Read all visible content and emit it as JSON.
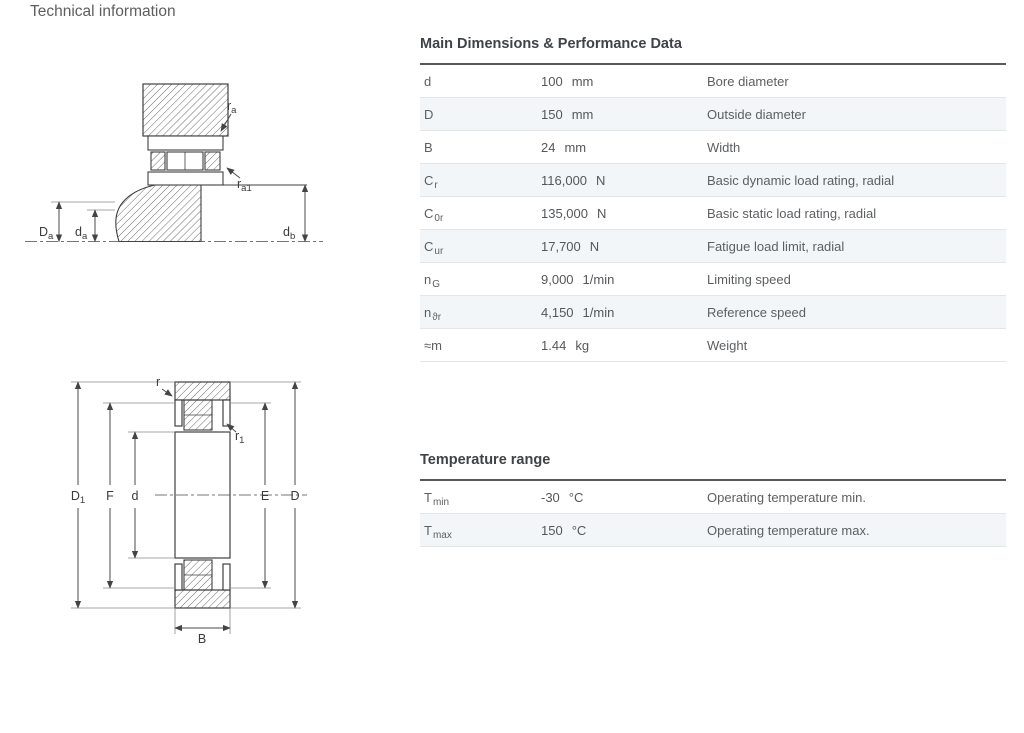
{
  "page": {
    "title": "Technical information"
  },
  "colors": {
    "row_alt": "#f3f6f9",
    "rule_dark": "#55595c",
    "rule_light": "#e3e5e7",
    "text": "#5c5f62",
    "title": "#3f4347",
    "value": "#54575a"
  },
  "tables": {
    "main": {
      "title": "Main Dimensions & Performance Data",
      "rows": [
        {
          "symbol": "d",
          "sub": "",
          "value": "100",
          "unit": "mm",
          "desc": "Bore diameter"
        },
        {
          "symbol": "D",
          "sub": "",
          "value": "150",
          "unit": "mm",
          "desc": "Outside diameter"
        },
        {
          "symbol": "B",
          "sub": "",
          "value": "24",
          "unit": "mm",
          "desc": "Width"
        },
        {
          "symbol": "C",
          "sub": "r",
          "value": "116,000",
          "unit": "N",
          "desc": "Basic dynamic load rating, radial"
        },
        {
          "symbol": "C",
          "sub": "0r",
          "value": "135,000",
          "unit": "N",
          "desc": "Basic static load rating, radial"
        },
        {
          "symbol": "C",
          "sub": "ur",
          "value": "17,700",
          "unit": "N",
          "desc": "Fatigue load limit, radial"
        },
        {
          "symbol": "n",
          "sub": "G",
          "value": "9,000",
          "unit": "1/min",
          "desc": "Limiting speed"
        },
        {
          "symbol": "n",
          "sub": "ϑr",
          "value": "4,150",
          "unit": "1/min",
          "desc": "Reference speed"
        },
        {
          "symbol": "≈m",
          "sub": "",
          "value": "1.44",
          "unit": "kg",
          "desc": "Weight"
        }
      ]
    },
    "temperature": {
      "title": "Temperature range",
      "rows": [
        {
          "symbol": "T",
          "sub": "min",
          "value": "-30",
          "unit": "°C",
          "desc": "Operating temperature min."
        },
        {
          "symbol": "T",
          "sub": "max",
          "value": "150",
          "unit": "°C",
          "desc": "Operating temperature max."
        }
      ]
    }
  },
  "drawings": {
    "mounting": {
      "labels": {
        "ra": {
          "main": "r",
          "sub": "a"
        },
        "ra1": {
          "main": "r",
          "sub": "a1"
        },
        "Da": {
          "main": "D",
          "sub": "a"
        },
        "da": {
          "main": "d",
          "sub": "a"
        },
        "db": {
          "main": "d",
          "sub": "b"
        }
      }
    },
    "section": {
      "labels": {
        "r": {
          "main": "r",
          "sub": ""
        },
        "r1": {
          "main": "r",
          "sub": "1"
        },
        "D1": {
          "main": "D",
          "sub": "1"
        },
        "F": {
          "main": "F",
          "sub": ""
        },
        "d": {
          "main": "d",
          "sub": ""
        },
        "E": {
          "main": "E",
          "sub": ""
        },
        "D": {
          "main": "D",
          "sub": ""
        },
        "B": {
          "main": "B",
          "sub": ""
        }
      }
    }
  }
}
